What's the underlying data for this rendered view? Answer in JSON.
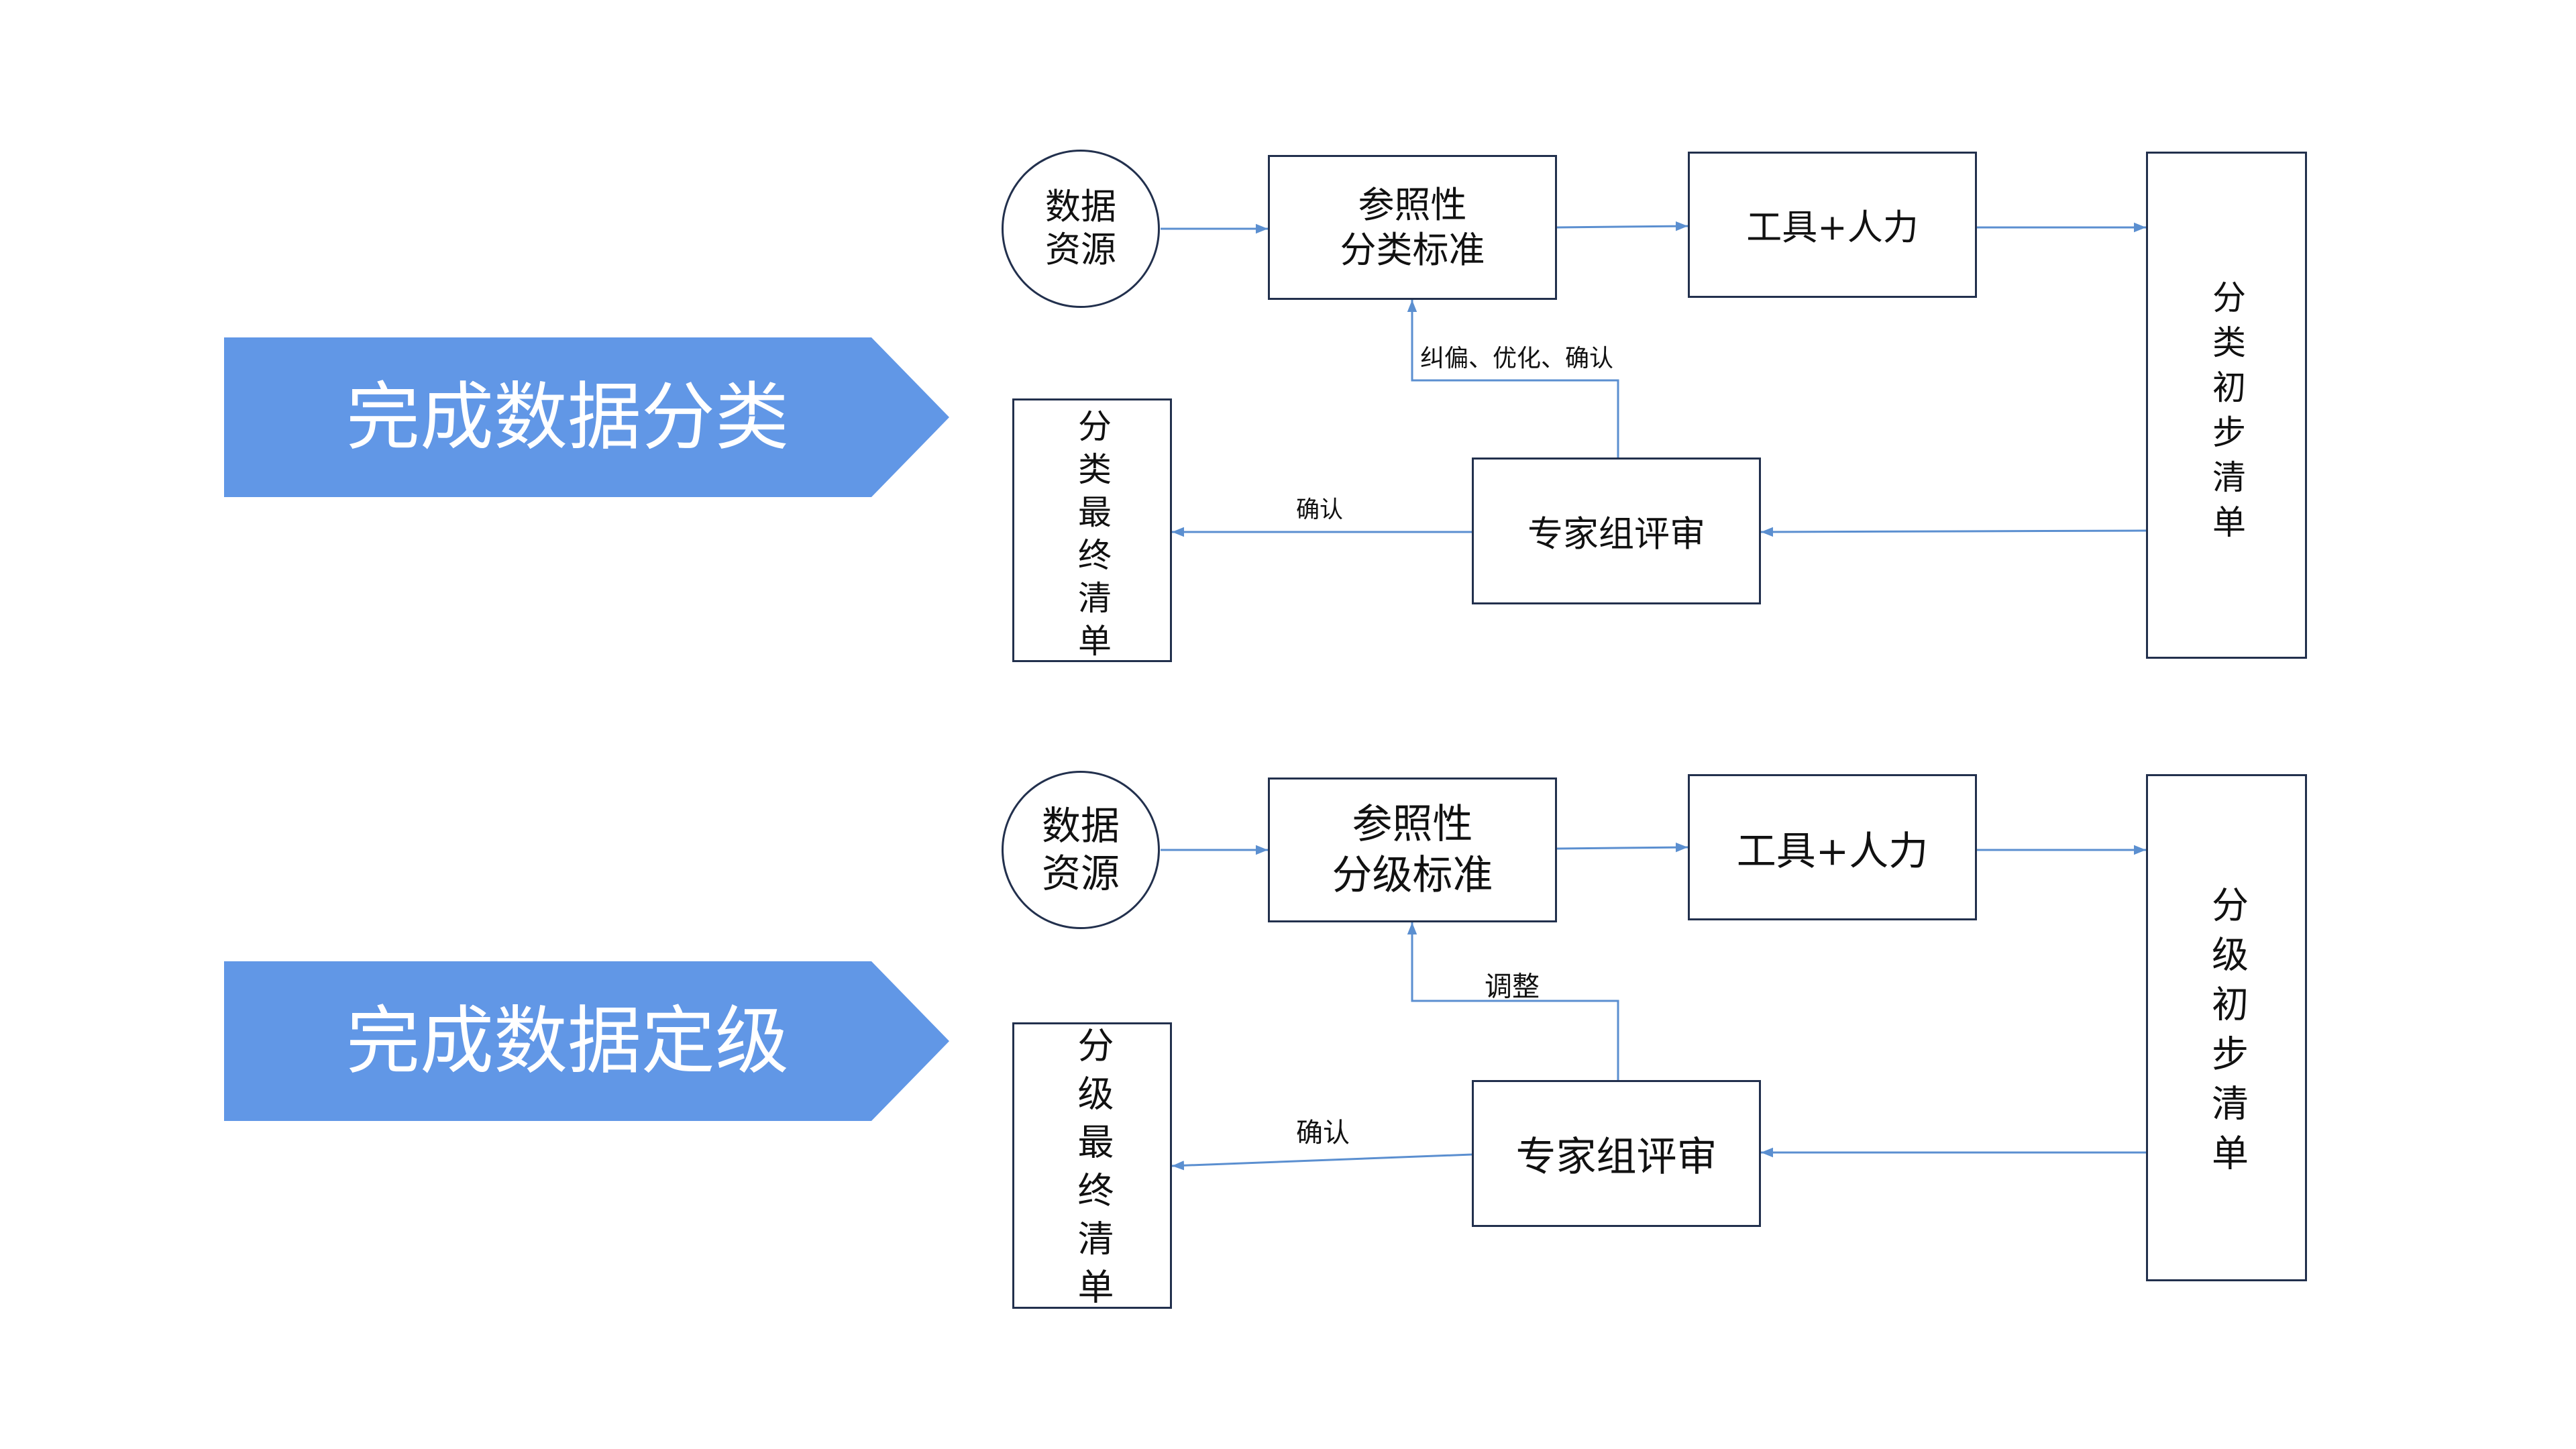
{
  "flows": [
    {
      "banner": "完成数据分类",
      "source": [
        "数据",
        "资源"
      ],
      "standard": [
        "参照性",
        "分类标准"
      ],
      "tools": "工具+人力",
      "preliminary_list": "分类初步清单",
      "review": "专家组评审",
      "final_list": "分类最终清单",
      "feedback_label": "纠偏、优化、确认",
      "confirm_label": "确认"
    },
    {
      "banner": "完成数据定级",
      "source": [
        "数据",
        "资源"
      ],
      "standard": [
        "参照性",
        "分级标准"
      ],
      "tools": "工具+人力",
      "preliminary_list": "分级初步清单",
      "review": "专家组评审",
      "final_list": "分级最终清单",
      "feedback_label": "调整",
      "confirm_label": "确认"
    }
  ],
  "colors": {
    "banner_fill": "#6197E6",
    "banner_text": "#FFFFFF",
    "node_border": "#22304D",
    "edge": "#5B8FD0",
    "text": "#111111"
  }
}
